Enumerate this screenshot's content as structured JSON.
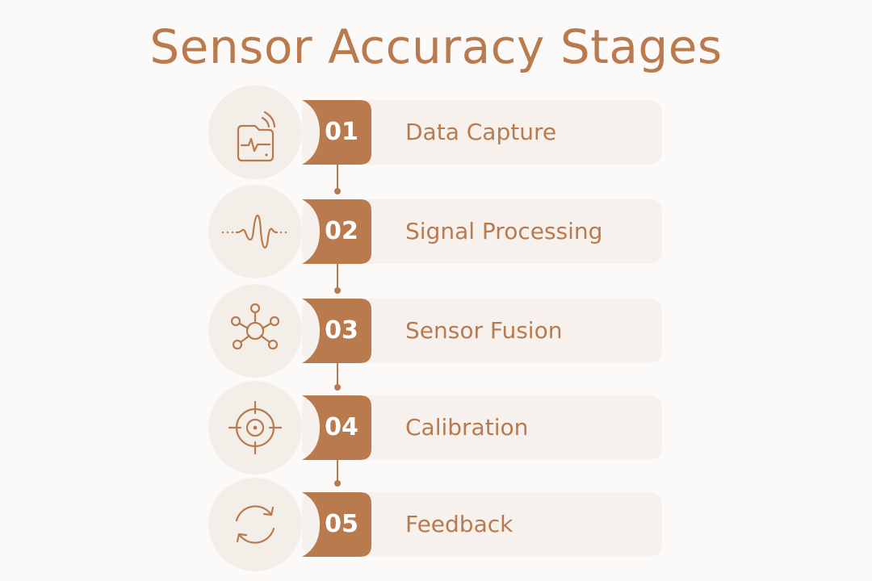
{
  "title": "Sensor Accuracy Stages",
  "colors": {
    "accent": "#b97a4e",
    "panel": "#f6f1ec",
    "circle": "#f4eee8",
    "background": "#fcfaf8"
  },
  "steps": [
    {
      "number": "01",
      "label": "Data Capture",
      "icon": "sensor-device-icon"
    },
    {
      "number": "02",
      "label": "Signal Processing",
      "icon": "waveform-icon"
    },
    {
      "number": "03",
      "label": "Sensor Fusion",
      "icon": "network-nodes-icon"
    },
    {
      "number": "04",
      "label": "Calibration",
      "icon": "crosshair-target-icon"
    },
    {
      "number": "05",
      "label": "Feedback",
      "icon": "refresh-cycle-icon"
    }
  ]
}
